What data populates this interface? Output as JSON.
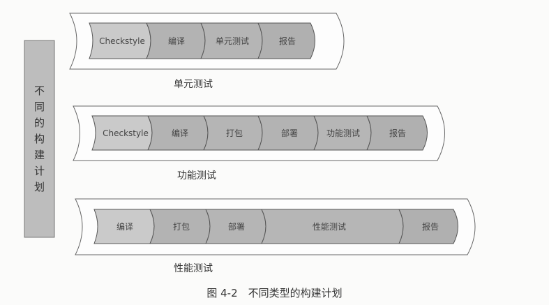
{
  "side_label": {
    "text": "不同的构建计划",
    "chars": [
      "不",
      "同",
      "的",
      "构",
      "建",
      "计",
      "划"
    ]
  },
  "pipelines": [
    {
      "name": "单元测试",
      "stages": [
        "Checkstyle",
        "编译",
        "单元测试",
        "报告"
      ]
    },
    {
      "name": "功能测试",
      "stages": [
        "Checkstyle",
        "编译",
        "打包",
        "部署",
        "功能测试",
        "报告"
      ]
    },
    {
      "name": "性能测试",
      "stages": [
        "编译",
        "打包",
        "部署",
        "性能测试",
        "报告"
      ]
    }
  ],
  "figure_caption": "图 4-2　不同类型的构建计划",
  "colors": {
    "background": "#fbfbfa",
    "side_bar_fill": "#bdbdbd",
    "stage_first_fill": "#c9c9c9",
    "stage_fill": "#b3b3b3",
    "pipe_outer_fill": "#fdfdfd",
    "stroke": "#555555"
  }
}
